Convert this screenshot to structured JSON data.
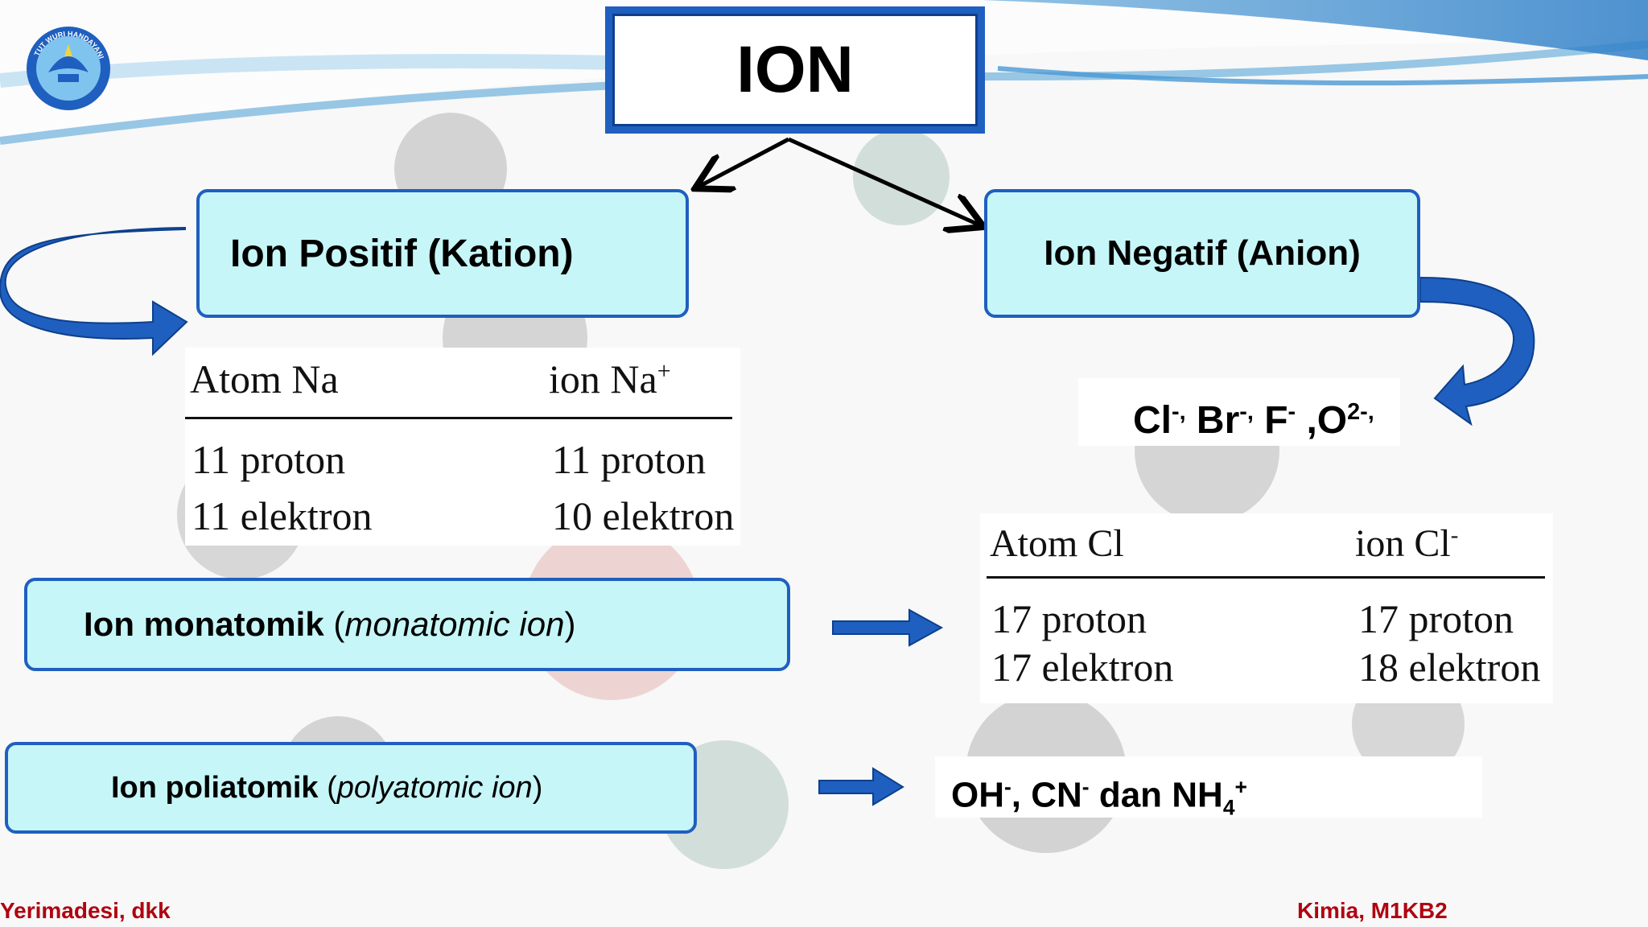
{
  "title": "ION",
  "positive": {
    "label": "Ion Positif (Kation)",
    "table": {
      "col1_header": "Atom Na",
      "col2_header": "ion Na",
      "col2_charge": "+",
      "rows": [
        {
          "left": "11 proton",
          "right": "11 proton"
        },
        {
          "left": "11 elektron",
          "right": "10 elektron"
        }
      ]
    }
  },
  "negative": {
    "label": "Ion Negatif (Anion)",
    "examples": [
      {
        "symbol": "Cl",
        "charge": "-,"
      },
      {
        "symbol": " Br",
        "charge": "-,"
      },
      {
        "symbol": " F",
        "charge": "-"
      },
      {
        "symbol": " ,O",
        "charge": "2-,"
      }
    ],
    "table": {
      "col1_header": "Atom Cl",
      "col2_header": "ion Cl",
      "col2_charge": "-",
      "rows": [
        {
          "left": "17 proton",
          "right": "17 proton"
        },
        {
          "left": "17 elektron",
          "right": "18 elektron"
        }
      ]
    }
  },
  "monatomic": {
    "label_bold": "Ion monatomik",
    "label_italic": "monatomic ion"
  },
  "polyatomic": {
    "label_bold": "Ion poliatomik",
    "label_italic": "polyatomic ion",
    "example": {
      "oh": "OH",
      "oh_charge": "-",
      "sep1": ", CN",
      "cn_charge": "-",
      "mid": " dan NH",
      "nh_sub": "4",
      "nh_charge": "+"
    }
  },
  "logo_text": "TUT WURI HANDAYANI",
  "footer_left": "Yerimadesi, dkk",
  "footer_right": "Kimia, M1KB2",
  "colors": {
    "box_fill": "#c6f6f8",
    "box_border": "#1f5fbf",
    "footer": "#b00010",
    "arrow_blue": "#1f5fbf"
  }
}
